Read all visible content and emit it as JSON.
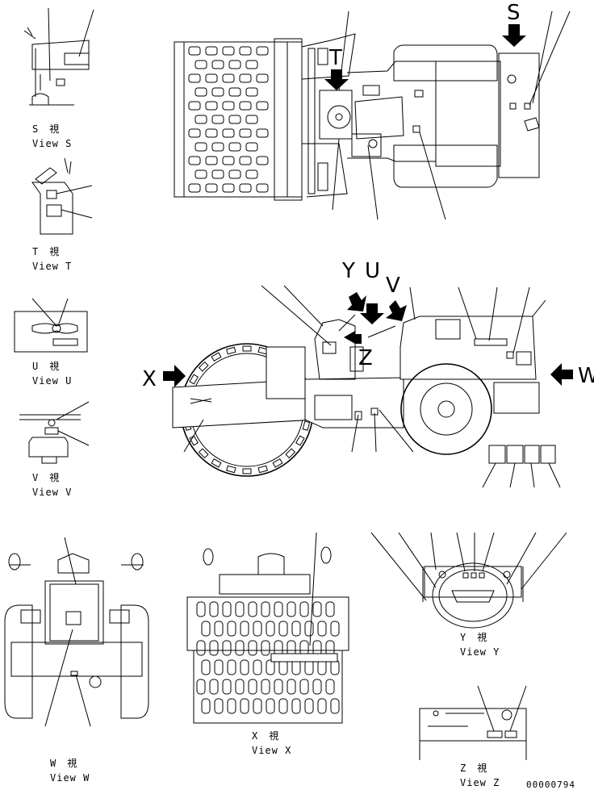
{
  "views": {
    "s": {
      "jp": "S　視",
      "en": "View S"
    },
    "t": {
      "jp": "T　視",
      "en": "View T"
    },
    "u": {
      "jp": "U　視",
      "en": "View U"
    },
    "v": {
      "jp": "V　視",
      "en": "View V"
    },
    "w": {
      "jp": "W　視",
      "en": "View W"
    },
    "x": {
      "jp": "X　視",
      "en": "View X"
    },
    "y": {
      "jp": "Y　視",
      "en": "View Y"
    },
    "z": {
      "jp": "Z　視",
      "en": "View Z"
    }
  },
  "markers": {
    "s": "S",
    "t": "T",
    "y": "Y",
    "u": "U",
    "v": "V",
    "w": "W",
    "x": "X",
    "z": "Z"
  },
  "drawing_number": "00000794"
}
